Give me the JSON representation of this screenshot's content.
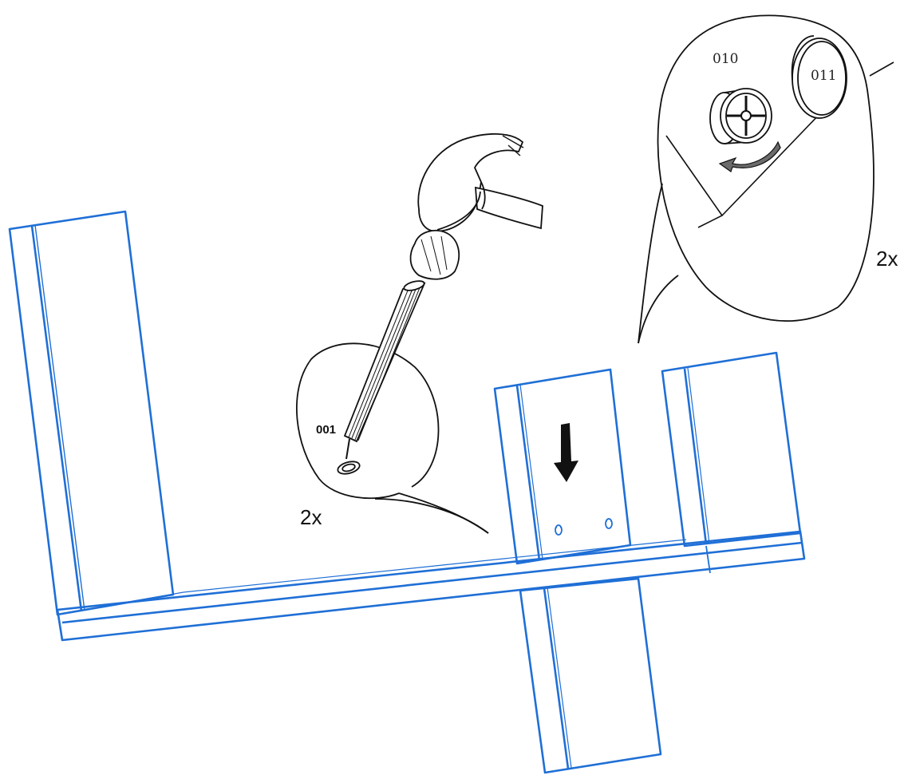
{
  "colors": {
    "panel_stroke": "#1f6fd6",
    "line_art": "#111111",
    "arrow_fill": "#111111",
    "rotate_arrow_fill": "#6b6b6b"
  },
  "icons": {
    "hammer": "hammer-icon",
    "dowel": "dowel-icon",
    "cam_bolt": "cam-bolt-icon",
    "cap": "cover-cap-icon",
    "down_arrow": "down-arrow-icon",
    "rotate_arrow": "rotate-arrow-icon"
  },
  "left_callout": {
    "part_label": "001",
    "quantity": "2x"
  },
  "right_callout": {
    "bolt_label": "010",
    "cap_label": "011",
    "quantity": "2x"
  }
}
